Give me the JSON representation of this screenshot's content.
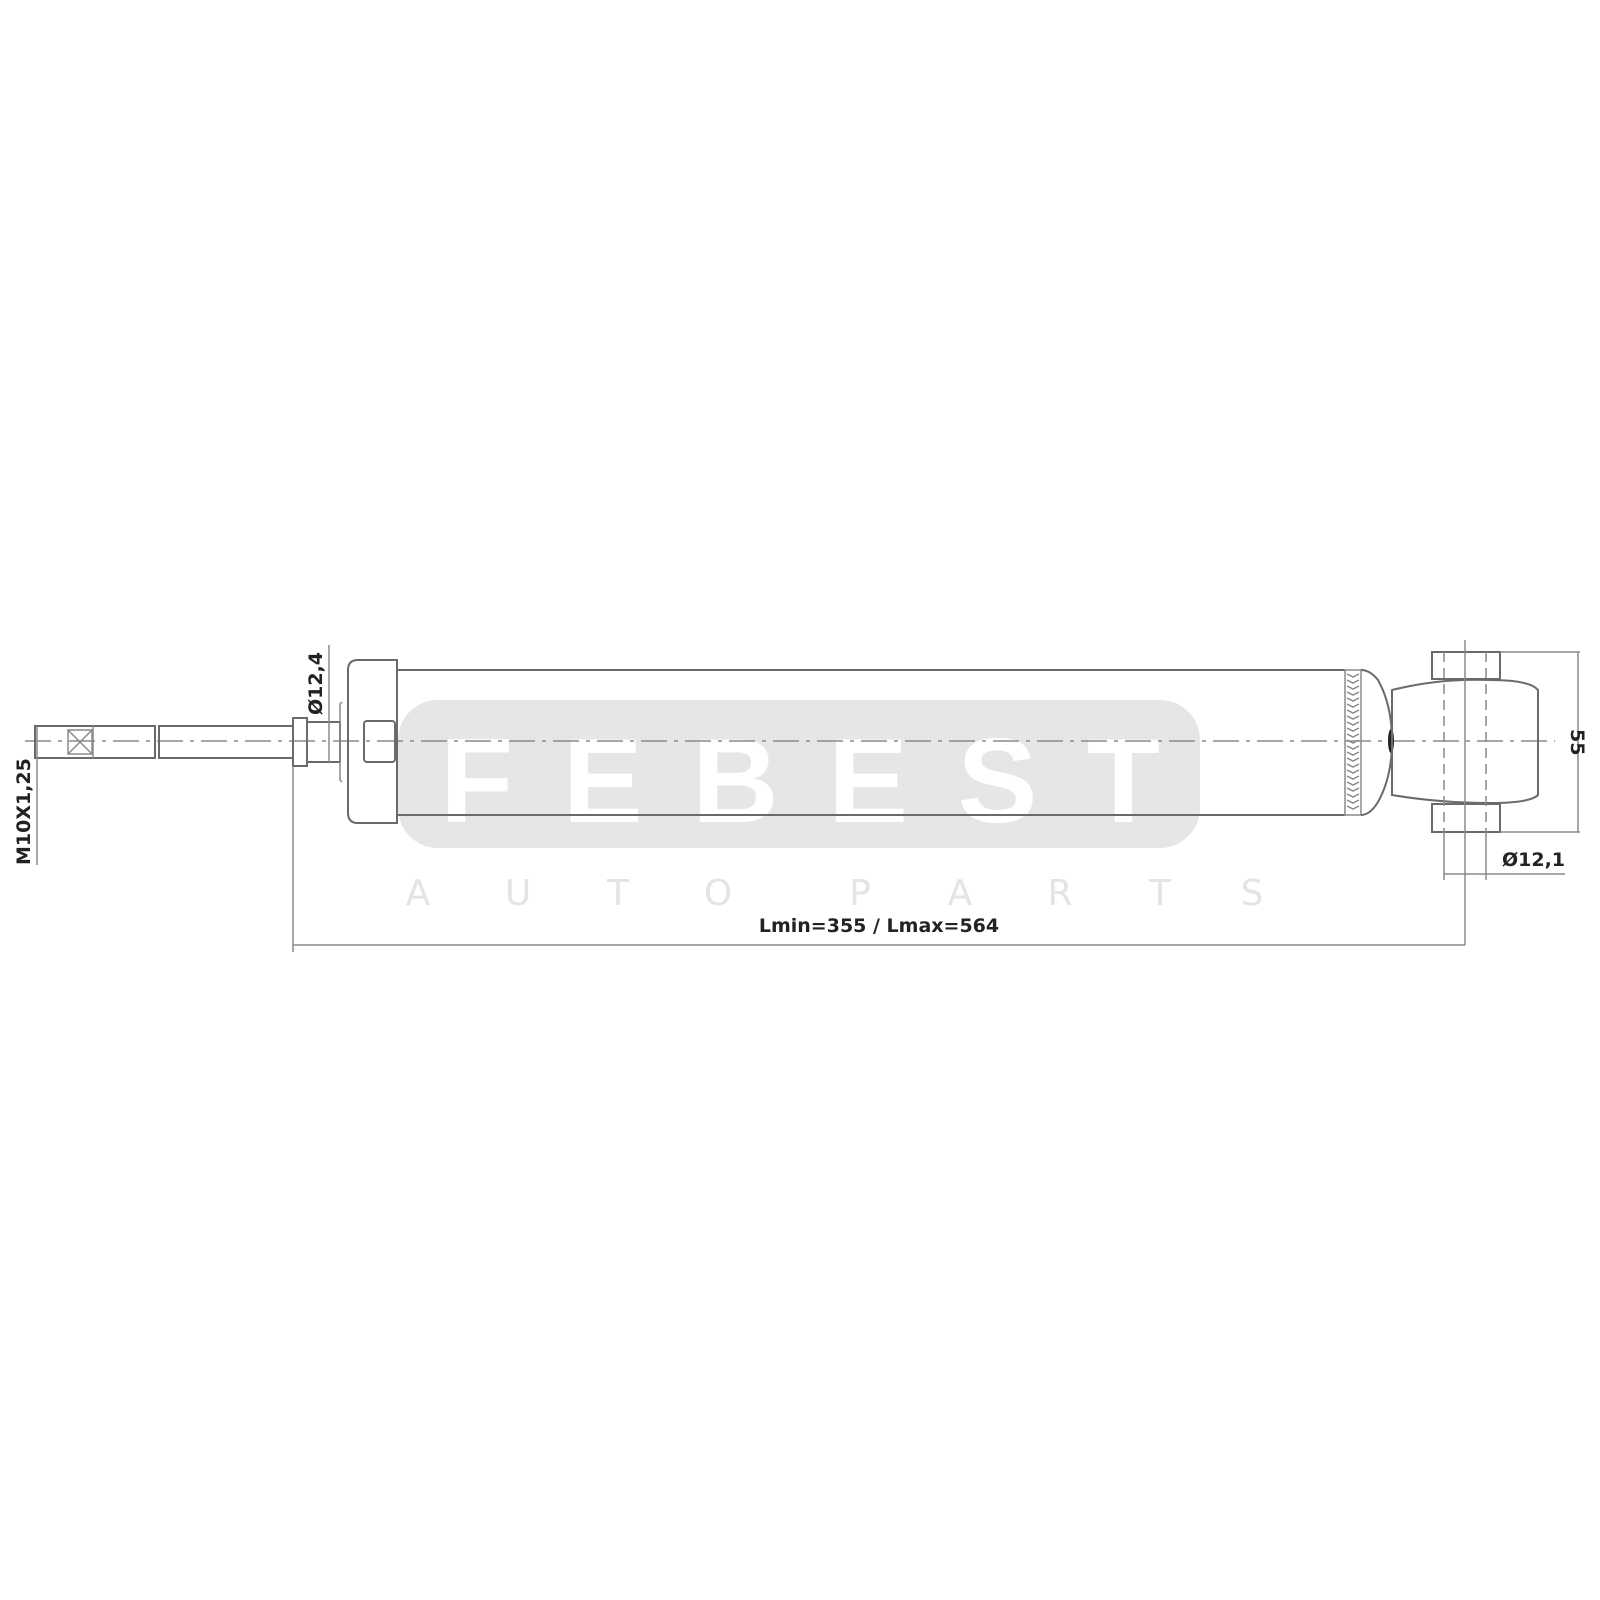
{
  "drawing": {
    "dimensions": {
      "thread": "M10X1,25",
      "rod_diameter": "Ø12,4",
      "eye_width": "55",
      "bushing_diameter": "Ø12,1",
      "length": "Lmin=355 / Lmax=564"
    }
  },
  "watermark": {
    "brand": "FEBEST",
    "tagline_letters": [
      "A",
      "U",
      "T",
      "O",
      "P",
      "A",
      "R",
      "T",
      "S"
    ]
  },
  "colors": {
    "line": "#6a6a6a",
    "watermark": "#e6e6e6"
  }
}
